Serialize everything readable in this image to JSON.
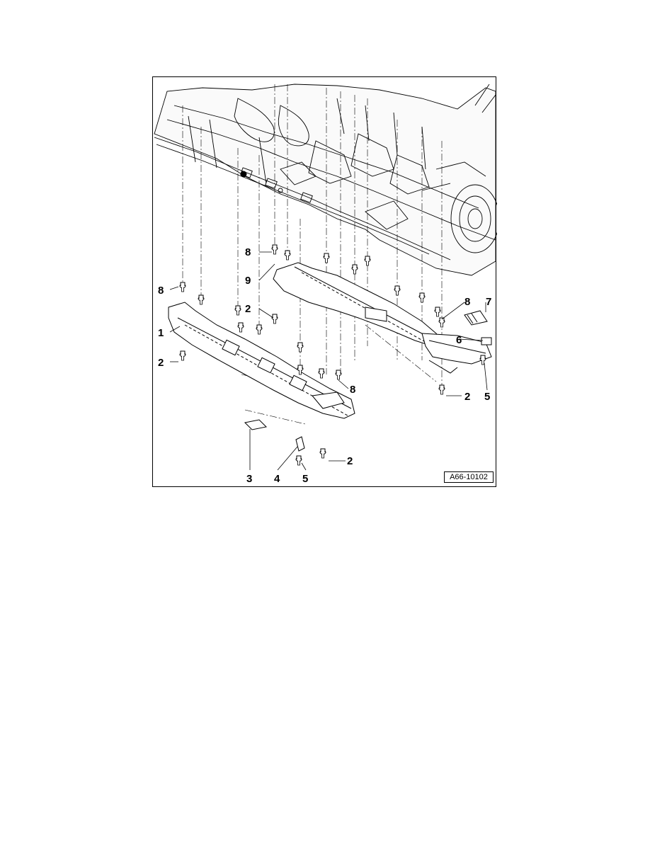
{
  "figure": {
    "reference_code": "A66-10102",
    "callouts": [
      {
        "id": "c8a",
        "label": "8"
      },
      {
        "id": "c9",
        "label": "9"
      },
      {
        "id": "c8b",
        "label": "8"
      },
      {
        "id": "c2a",
        "label": "2"
      },
      {
        "id": "c1",
        "label": "1"
      },
      {
        "id": "c2b",
        "label": "2"
      },
      {
        "id": "c8c",
        "label": "8"
      },
      {
        "id": "c7",
        "label": "7"
      },
      {
        "id": "c6",
        "label": "6"
      },
      {
        "id": "c8d",
        "label": "8"
      },
      {
        "id": "c2c",
        "label": "2"
      },
      {
        "id": "c5a",
        "label": "5"
      },
      {
        "id": "c2d",
        "label": "2"
      },
      {
        "id": "c3",
        "label": "3"
      },
      {
        "id": "c4",
        "label": "4"
      },
      {
        "id": "c5b",
        "label": "5"
      }
    ]
  },
  "colors": {
    "line": "#000000",
    "background": "#ffffff"
  }
}
